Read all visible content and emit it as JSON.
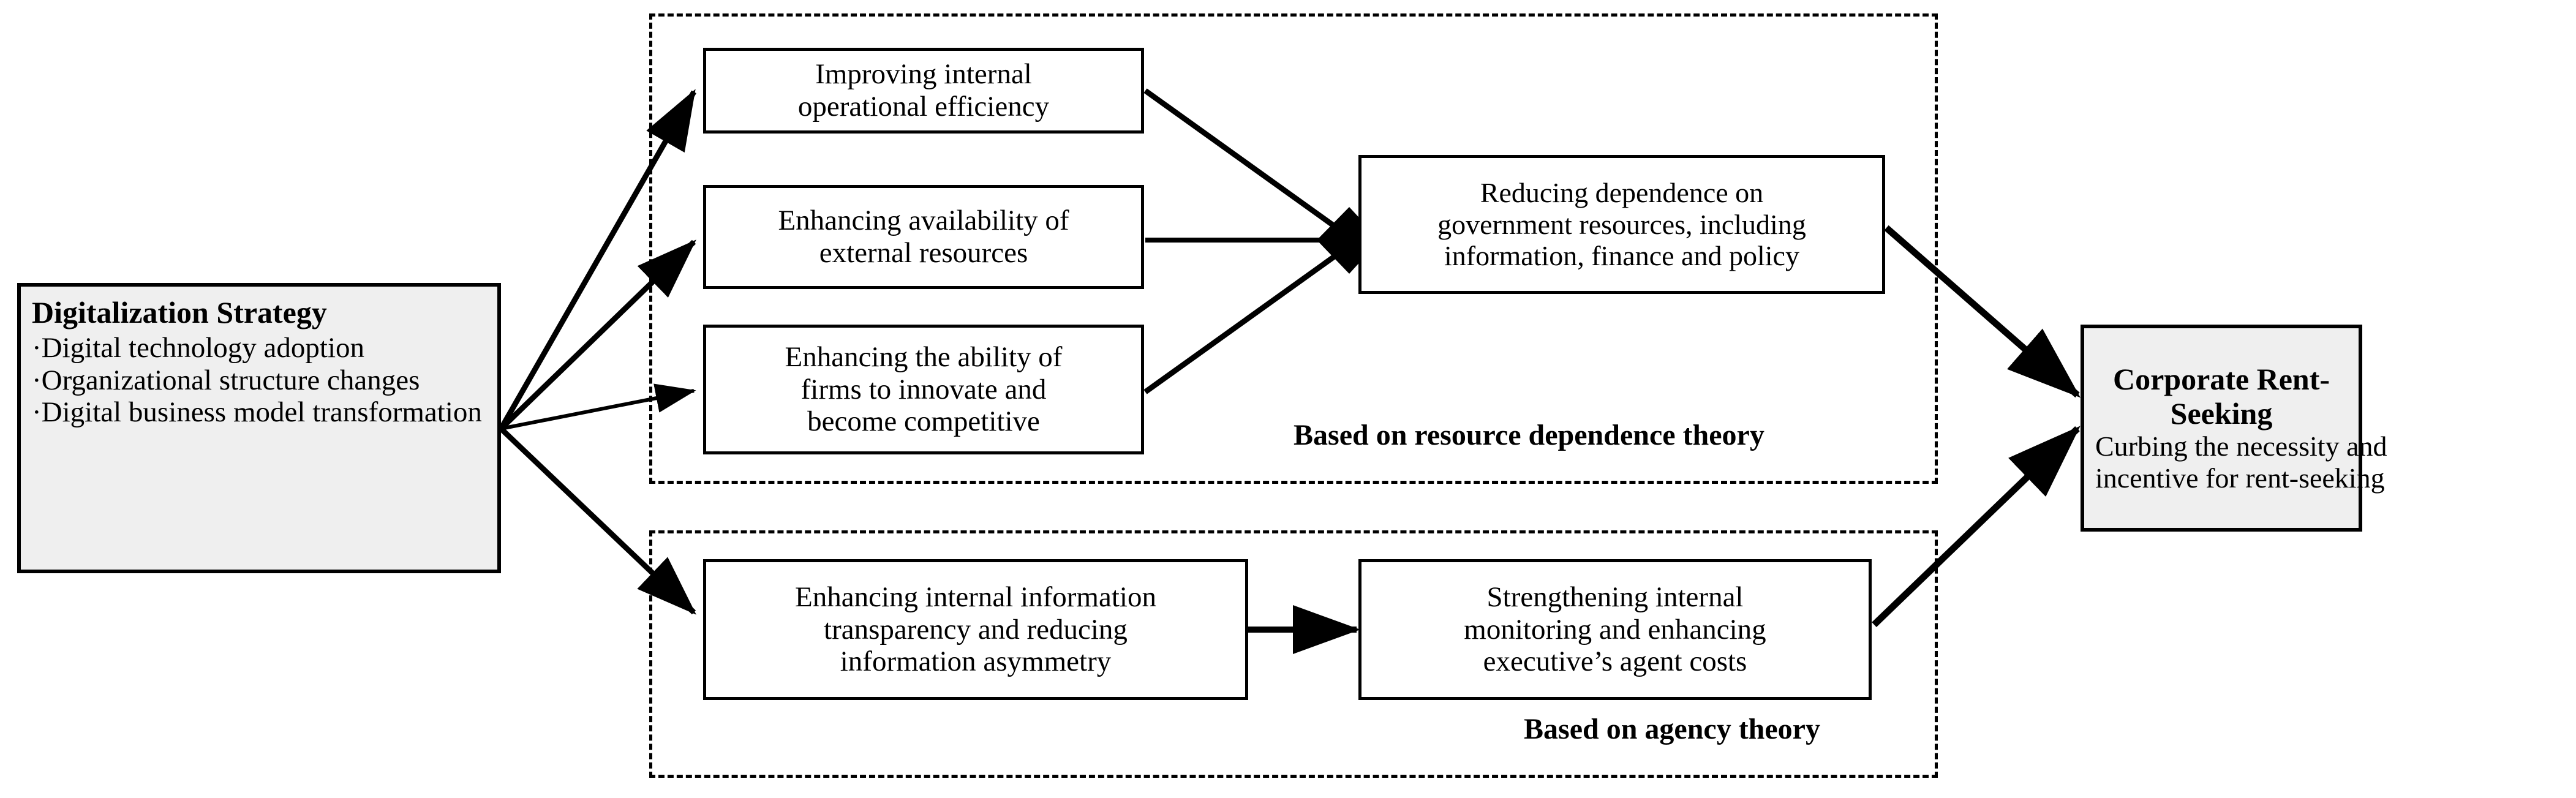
{
  "diagram": {
    "title": "Digitalization Strategy and Corporate Rent-Seeking Framework",
    "colors": {
      "stroke": "#000000",
      "shaded_fill": "#efefef",
      "plain_fill": "#ffffff",
      "background": "#ffffff"
    }
  },
  "source_node": {
    "name": "digitalization-strategy",
    "title": "Digitalization Strategy",
    "bullets": [
      "·Digital technology adoption",
      "·Organizational structure changes",
      "·Digital business model transformation"
    ]
  },
  "target_node": {
    "name": "corporate-rent-seeking",
    "title": "Corporate Rent-Seeking",
    "lines": [
      "Curbing the necessity and",
      "incentive for rent-seeking"
    ]
  },
  "regions": [
    {
      "id": "resource-dependence-region",
      "label": "Based on resource dependence theory"
    },
    {
      "id": "agency-region",
      "label": "Based on agency theory"
    }
  ],
  "mechanism_nodes": [
    {
      "id": "improving-internal-operational-efficiency",
      "lines": [
        "Improving internal",
        "operational efficiency"
      ]
    },
    {
      "id": "enhancing-availability-of-external-resources",
      "lines": [
        "Enhancing availability of",
        "external resources"
      ]
    },
    {
      "id": "enhancing-ability-to-innovate",
      "lines": [
        "Enhancing the ability of",
        "firms to innovate and",
        "become competitive"
      ]
    },
    {
      "id": "reducing-dependence-on-government-resources",
      "lines": [
        "Reducing dependence on",
        "government resources, including",
        "information, finance and policy"
      ]
    },
    {
      "id": "enhancing-internal-information-transparency",
      "lines": [
        "Enhancing internal information",
        "transparency and reducing",
        "information asymmetry"
      ]
    },
    {
      "id": "strengthening-internal-monitoring",
      "lines": [
        "Strengthening internal",
        "monitoring and enhancing",
        "executive’s agent costs"
      ]
    }
  ]
}
